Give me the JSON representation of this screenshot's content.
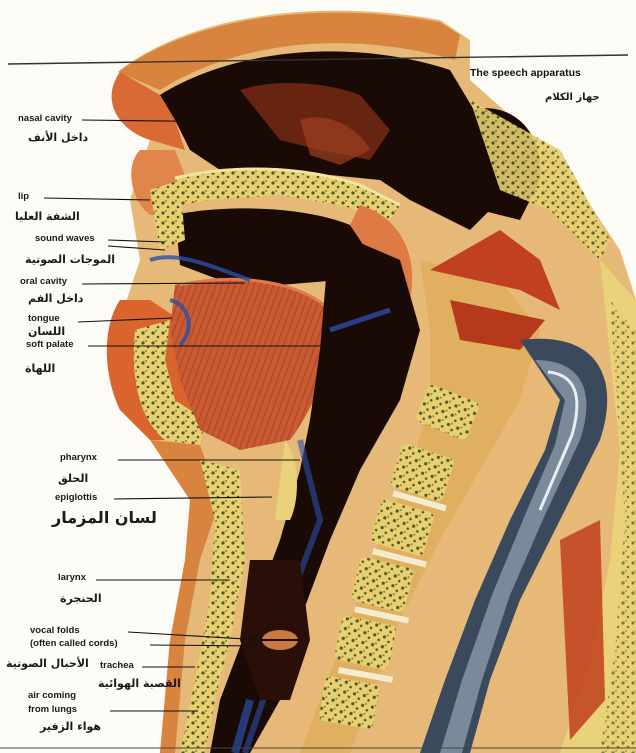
{
  "title": {
    "en": "The speech apparatus",
    "ar": "جهاز الكلام"
  },
  "labels": {
    "nasal_cavity": {
      "en": "nasal cavity",
      "ar": "داخل الأنف"
    },
    "lip": {
      "en": "lip",
      "ar": "الشفة العليا"
    },
    "sound_waves": {
      "en": "sound waves",
      "ar": "الموجات الصوتية"
    },
    "oral_cavity": {
      "en": "oral cavity",
      "ar": "داخل الفم"
    },
    "tongue": {
      "en": "tongue",
      "ar": "اللسان"
    },
    "soft_palate": {
      "en": "soft palate",
      "ar": "اللهاة"
    },
    "pharynx": {
      "en": "pharynx",
      "ar": "الحلق"
    },
    "epiglottis": {
      "en": "epiglottis",
      "ar": "لسان المزمار"
    },
    "larynx": {
      "en": "larynx",
      "ar": "الحنجرة"
    },
    "vocal_folds": {
      "en1": "vocal folds",
      "en2": "(often called cords)",
      "ar": "الأحبال الصوتية"
    },
    "trachea": {
      "en": "trachea",
      "ar": "القصبة الهوائية"
    },
    "air_from_lungs": {
      "en1": "air coming",
      "en2": "from lungs",
      "ar": "هواء الزفير"
    }
  },
  "colors": {
    "background": "#fdfbf6",
    "flesh": "#d9642e",
    "bone": "#e9d27a",
    "cavity": "#1a0a06",
    "airway_blue": "#2a4fa8",
    "muscle": "#c0401f",
    "spine_fluid": "#3a4a5c"
  }
}
